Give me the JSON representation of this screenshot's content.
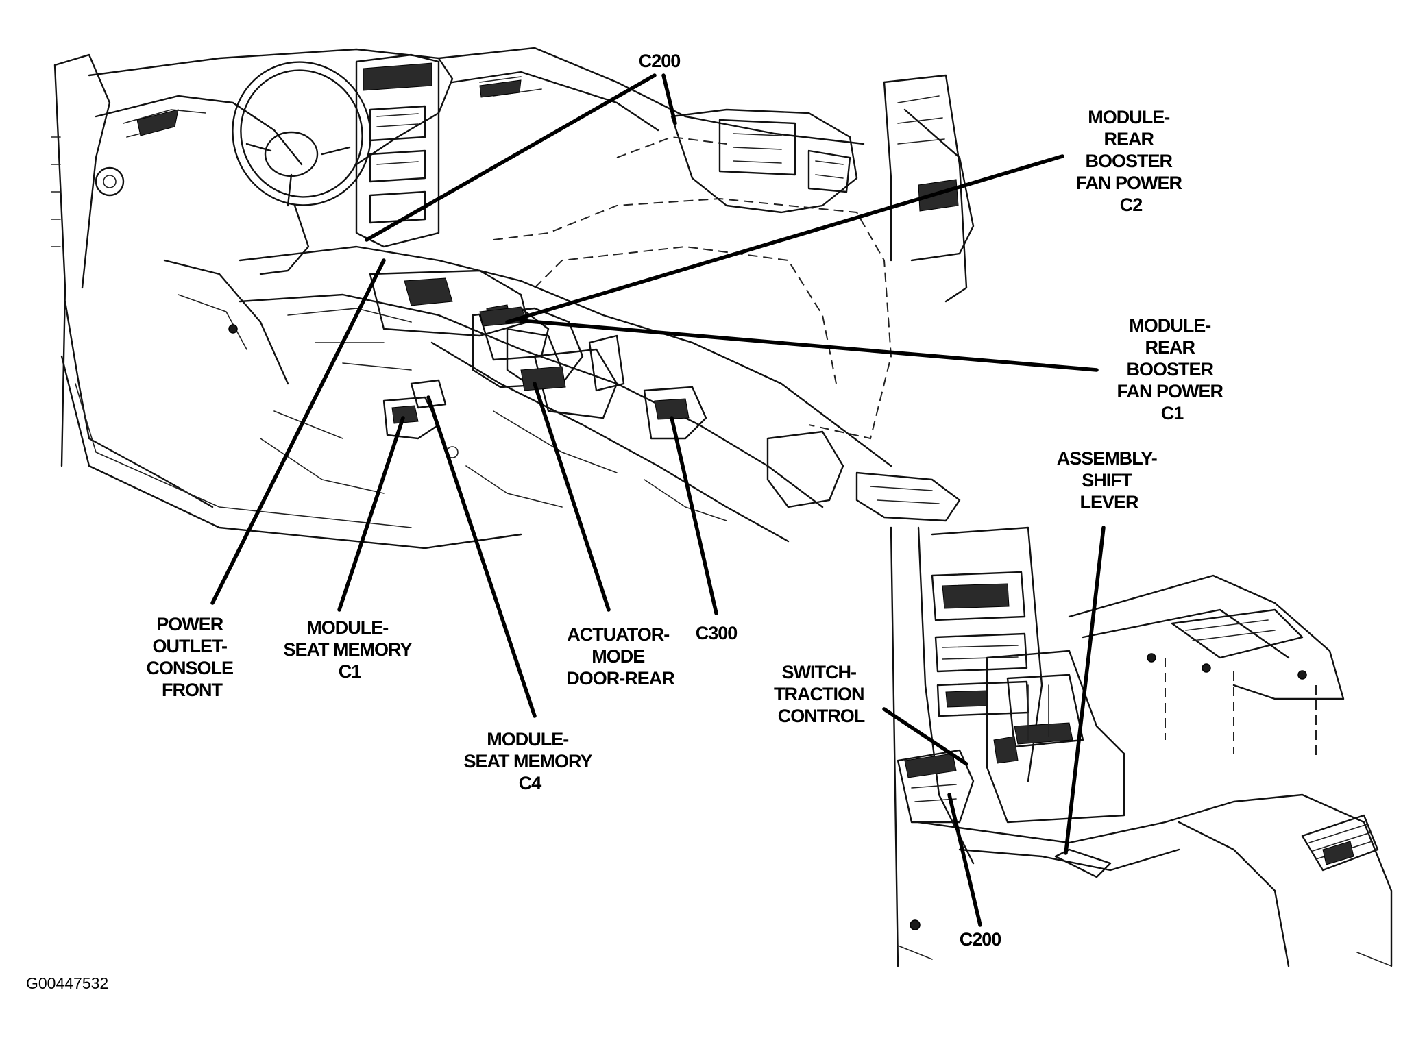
{
  "figure_id": "G00447532",
  "callouts": {
    "c200_top": [
      "C200"
    ],
    "rear_booster_c2": [
      "MODULE-",
      "REAR",
      "BOOSTER",
      "FAN POWER",
      "C2"
    ],
    "rear_booster_c1": [
      "MODULE-",
      "REAR",
      "BOOSTER",
      "FAN POWER",
      "C1"
    ],
    "shift_lever": [
      "ASSEMBLY-",
      "SHIFT",
      "LEVER"
    ],
    "power_outlet": [
      "POWER",
      "OUTLET-",
      "CONSOLE",
      "FRONT"
    ],
    "seat_memory_c1": [
      "MODULE-",
      "SEAT MEMORY",
      "C1"
    ],
    "seat_memory_c4": [
      "MODULE-",
      "SEAT MEMORY",
      "C4"
    ],
    "actuator_mode": [
      "ACTUATOR-",
      "MODE",
      "DOOR-REAR"
    ],
    "c300": [
      "C300"
    ],
    "traction_switch": [
      "SWITCH-",
      "TRACTION",
      "CONTROL"
    ],
    "c200_inset": [
      "C200"
    ]
  }
}
